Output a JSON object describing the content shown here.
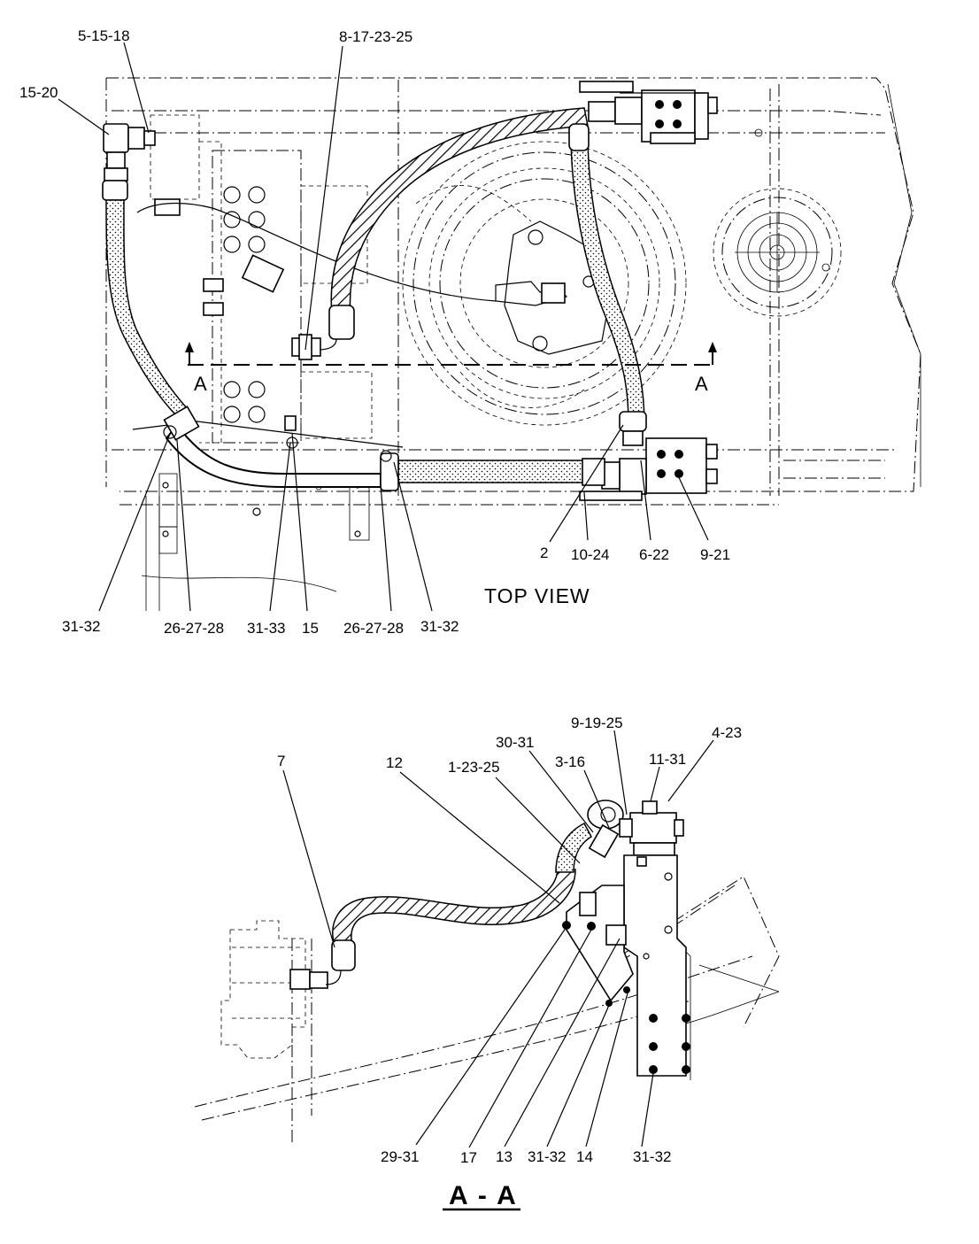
{
  "views": {
    "top_title": "TOP VIEW",
    "section_title": "A - A",
    "cut_left": "A",
    "cut_right": "A"
  },
  "callouts": {
    "top": [
      "5-15-18",
      "8-17-23-25",
      "15-20",
      "2",
      "10-24",
      "6-22",
      "9-21",
      "31-32",
      "26-27-28",
      "31-33",
      "15",
      "26-27-28",
      "31-32"
    ],
    "section": [
      "7",
      "12",
      "1-23-25",
      "30-31",
      "3-16",
      "9-19-25",
      "11-31",
      "4-23",
      "29-31",
      "17",
      "13",
      "31-32",
      "14",
      "31-32"
    ]
  }
}
